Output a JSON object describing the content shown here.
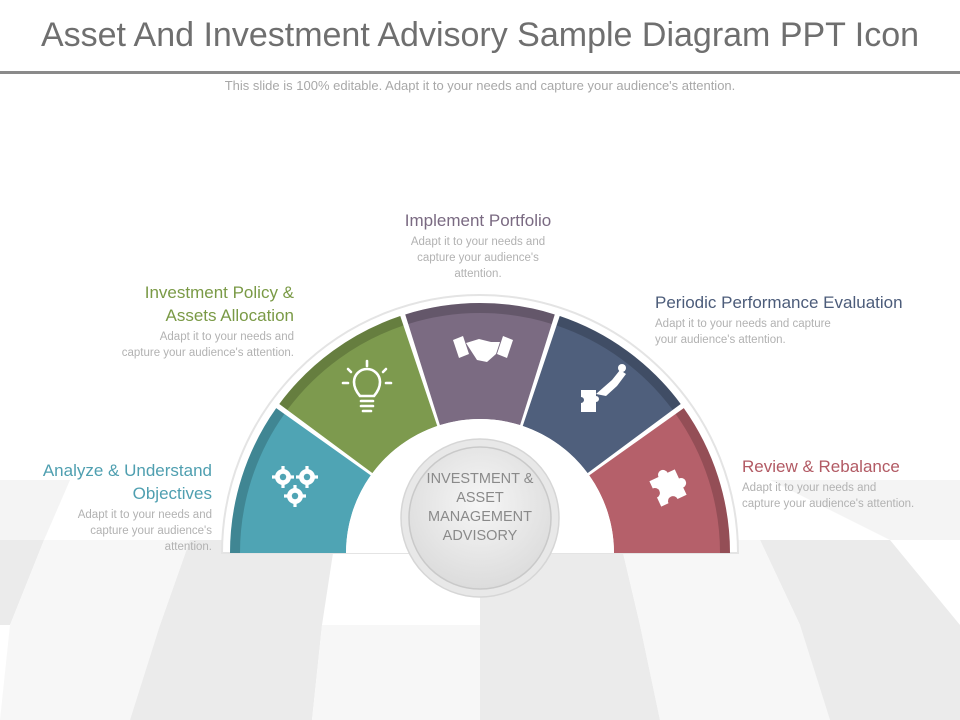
{
  "slide": {
    "title": "Asset And Investment Advisory Sample Diagram PPT Icon",
    "subtitle": "This slide is 100% editable. Adapt it to your needs and capture your audience's attention."
  },
  "center": {
    "lines": [
      "INVESTMENT &",
      "ASSET",
      "MANAGEMENT",
      "ADVISORY"
    ]
  },
  "steps": [
    {
      "title_lines": [
        "Analyze & Understand",
        "Objectives"
      ],
      "desc_lines": [
        "Adapt it to your needs and",
        "capture your audience's",
        "attention."
      ],
      "color": "#4fa4b4",
      "icon": "gears-icon"
    },
    {
      "title_lines": [
        "Investment Policy &",
        "Assets Allocation"
      ],
      "desc_lines": [
        "Adapt it to your needs and",
        "capture your audience's attention."
      ],
      "color": "#7d9a4e",
      "icon": "lightbulb-icon"
    },
    {
      "title_lines": [
        "Implement Portfolio"
      ],
      "desc_lines": [
        "Adapt it to your needs and",
        "capture your audience's",
        "attention."
      ],
      "color": "#7b6b82",
      "icon": "handshake-icon"
    },
    {
      "title_lines": [
        "Periodic Performance Evaluation"
      ],
      "desc_lines": [
        "Adapt it to your needs and capture",
        "your audience's attention."
      ],
      "color": "#4f5f7c",
      "icon": "puzzle-hand-icon"
    },
    {
      "title_lines": [
        "Review & Rebalance"
      ],
      "desc_lines": [
        "Adapt it to your needs and",
        "capture your audience's attention."
      ],
      "color": "#b5606a",
      "icon": "puzzle-piece-icon"
    }
  ]
}
